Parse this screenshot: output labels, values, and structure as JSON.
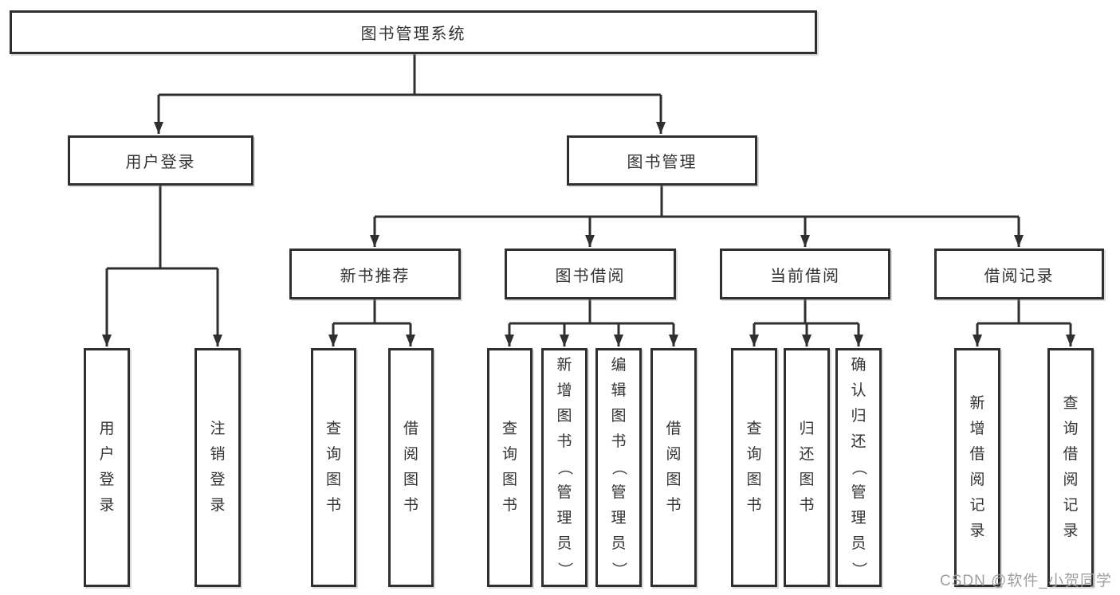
{
  "diagram": {
    "title": "图书管理系统",
    "branches": [
      {
        "label": "用户登录",
        "children": [
          {
            "label": "用户登录"
          },
          {
            "label": "注销登录"
          }
        ]
      },
      {
        "label": "图书管理",
        "children": [
          {
            "label": "新书推荐",
            "children": [
              {
                "label": "查询图书"
              },
              {
                "label": "借阅图书"
              }
            ]
          },
          {
            "label": "图书借阅",
            "children": [
              {
                "label": "查询图书"
              },
              {
                "label": "新增图书（管理员）"
              },
              {
                "label": "编辑图书（管理员）"
              },
              {
                "label": "借阅图书"
              }
            ]
          },
          {
            "label": "当前借阅",
            "children": [
              {
                "label": "查询图书"
              },
              {
                "label": "归还图书"
              },
              {
                "label": "确认归还（管理员）"
              }
            ]
          },
          {
            "label": "借阅记录",
            "children": [
              {
                "label": "新增借阅记录"
              },
              {
                "label": "查询借阅记录"
              }
            ]
          }
        ]
      }
    ]
  },
  "watermark": {
    "text": "CSDN @软件_小贺同学"
  },
  "colors": {
    "line": "#2f2f2f",
    "box_border": "#2f2f2f",
    "box_bg": "#ffffff",
    "text": "#333333",
    "watermark": "#9f9f9f"
  }
}
